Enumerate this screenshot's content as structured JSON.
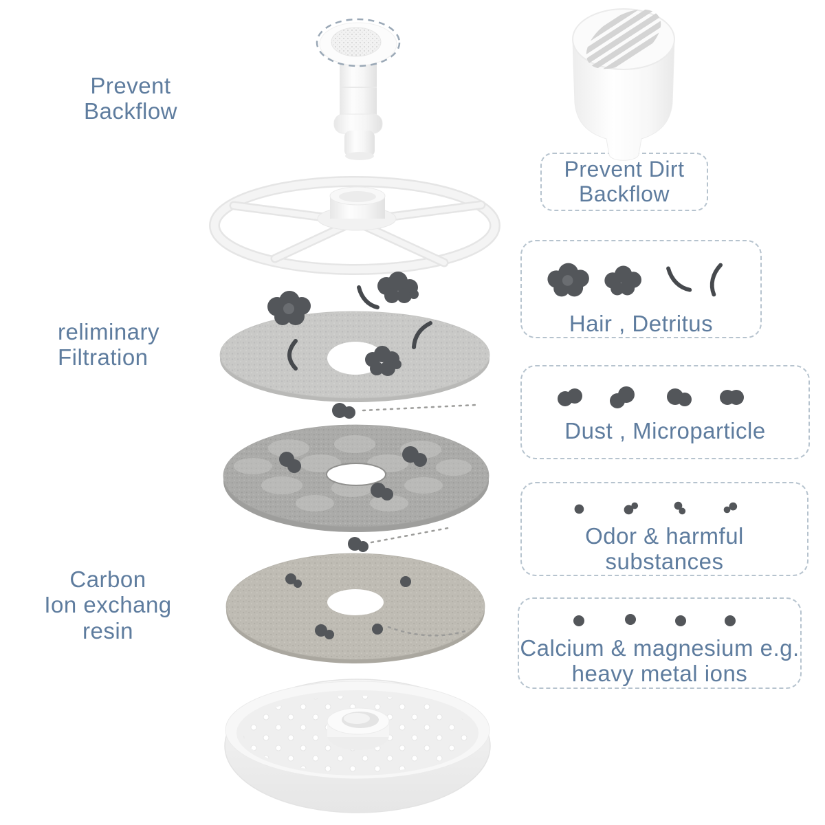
{
  "left_labels": {
    "prevent_backflow": {
      "line1": "Prevent",
      "line2": "Backflow"
    },
    "preliminary_filtration": {
      "line1": "reliminary",
      "line2": "Filtration"
    },
    "carbon_ion_resin": {
      "line1": "Carbon",
      "line2": "Ion exchang",
      "line3": "resin"
    }
  },
  "callouts": {
    "prevent_dirt_backflow": {
      "line1": "Prevent Dirt",
      "line2": "Backflow"
    },
    "hair_detritus": {
      "label": "Hair , Detritus",
      "icons": [
        "hair-cluster-icon",
        "hair-cluster-icon",
        "hair-strand-icon",
        "hair-strand-icon"
      ]
    },
    "dust_microparticle": {
      "label": "Dust , Microparticle",
      "icons": [
        "dust-pair-icon",
        "dust-pair-icon",
        "dust-pair-icon",
        "dust-pair-icon"
      ]
    },
    "odor_substances": {
      "line1": "Odor & harmful",
      "line2": "substances",
      "icons": [
        "particle-dot-icon",
        "particle-pair-icon",
        "particle-pair-icon",
        "particle-pair-icon"
      ]
    },
    "calcium_magnesium": {
      "line1": "Calcium & magnesium e.g.",
      "line2": "heavy metal ions",
      "icons": [
        "ion-dot-icon",
        "ion-dot-icon",
        "ion-dot-icon",
        "ion-dot-icon"
      ]
    }
  },
  "illustration_parts": [
    "top-valve-illustration",
    "filter-cartridge-illustration",
    "spoke-wheel-illustration",
    "preliminary-filter-disc-illustration",
    "fine-filter-disc-illustration",
    "carbon-resin-disc-illustration",
    "bottom-tray-illustration"
  ],
  "colors": {
    "label_text": "#5e7c9e",
    "dashed_border": "#b6c3ce",
    "particle_dark": "#53565a",
    "hair_stroke": "#46494d",
    "disc_light": "#c9c9c7",
    "disc_medium": "#ababa9",
    "disc_beige": "#bfbcb4"
  }
}
